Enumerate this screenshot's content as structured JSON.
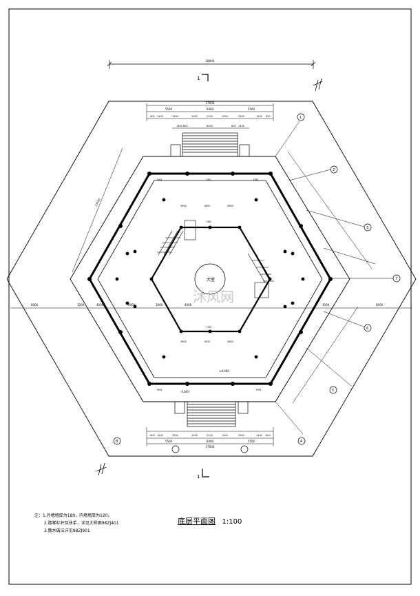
{
  "drawing": {
    "title": "底层平面图",
    "scale": "1:100",
    "notes": [
      "注：1.外墙墙厚为180，内墙墙厚为120。",
      "2.楼梯栏杆及扶手，详见大样图98ZJ401",
      "3.散水做法详见98ZJ901"
    ],
    "section_marks": [
      "1",
      "1"
    ],
    "overall_dims": {
      "top": "28000",
      "width": "17000",
      "side": "13500"
    },
    "dims_top_row1": [
      "5500",
      "6000",
      "5500"
    ],
    "dims_top_row2": [
      "600",
      "1400",
      "3500",
      "1900",
      "2100",
      "1900",
      "3500",
      "1400",
      "600"
    ],
    "dims_top_row3": [
      "1400",
      "600",
      "6000",
      "600",
      "1400"
    ],
    "dims_middle_row": [
      "8000",
      "3000",
      "4000",
      "4000",
      "3000",
      "4000",
      "3000",
      "8000"
    ],
    "inner_dims": [
      "3600",
      "1800",
      "3600"
    ],
    "door_labels": [
      "FM1",
      "FM2",
      "FM3",
      "FM4"
    ],
    "elevations": [
      "±0.000",
      "-0.600"
    ],
    "axis_labels": [
      "1",
      "2",
      "3",
      "4",
      "5",
      "6",
      "7",
      "8"
    ],
    "center_label": "大堂",
    "watermark": "沐风网",
    "colors": {
      "ink": "#000000",
      "paper": "#ffffff",
      "watermark": "#c8c8c8"
    }
  }
}
